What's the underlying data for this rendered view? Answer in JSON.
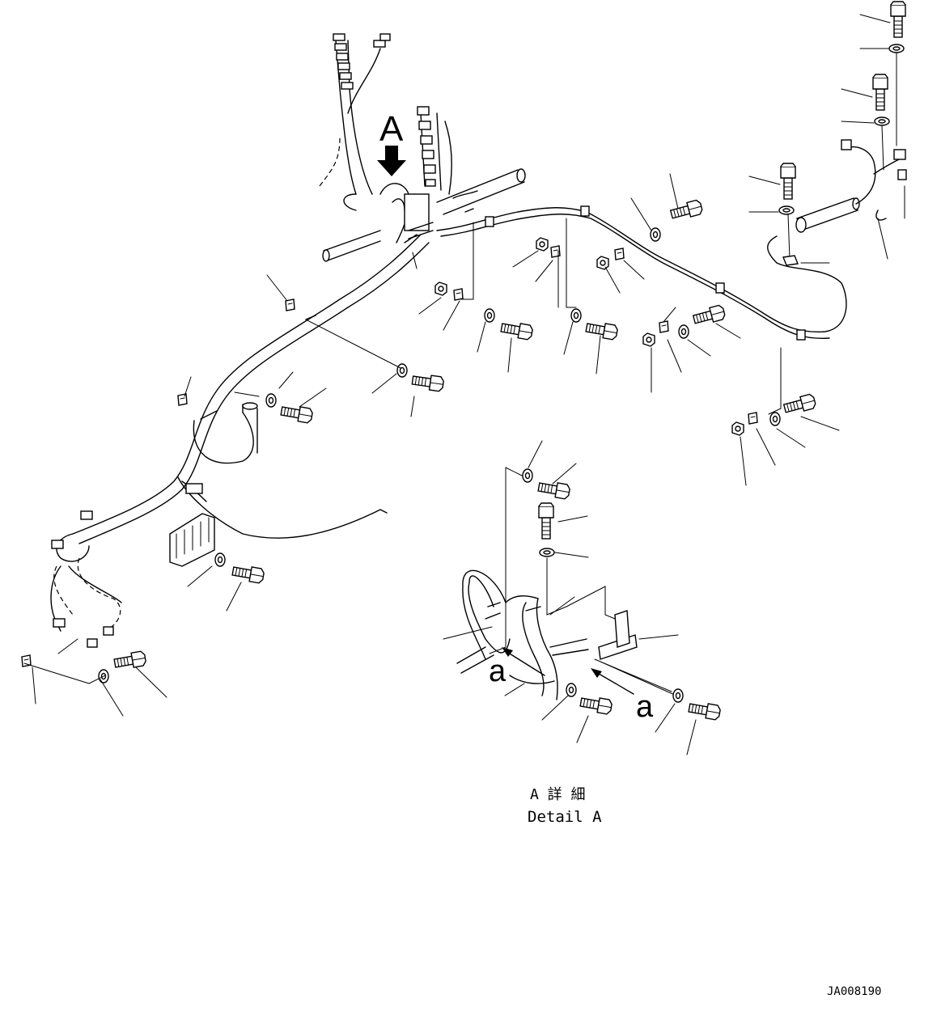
{
  "view": {
    "label": "A",
    "marker": "a",
    "detail_title_jp": "A 詳 細",
    "detail_title_en": "Detail A",
    "drawing_code": "JA008190"
  }
}
